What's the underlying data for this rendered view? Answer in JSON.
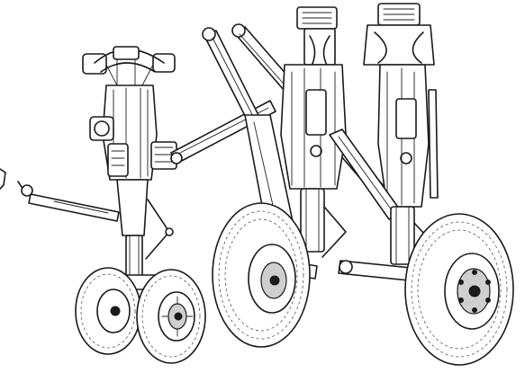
{
  "figure": {
    "subject": "",
    "components": [
      {
        "id": "nose-gear",
        "name": ""
      },
      {
        "id": "left-main-gear",
        "name": ""
      },
      {
        "id": "right-main-gear",
        "name": ""
      }
    ]
  },
  "colors": {
    "ink": "#1a1a1a",
    "paper": "#ffffff",
    "shade": "#cfcfcf"
  }
}
